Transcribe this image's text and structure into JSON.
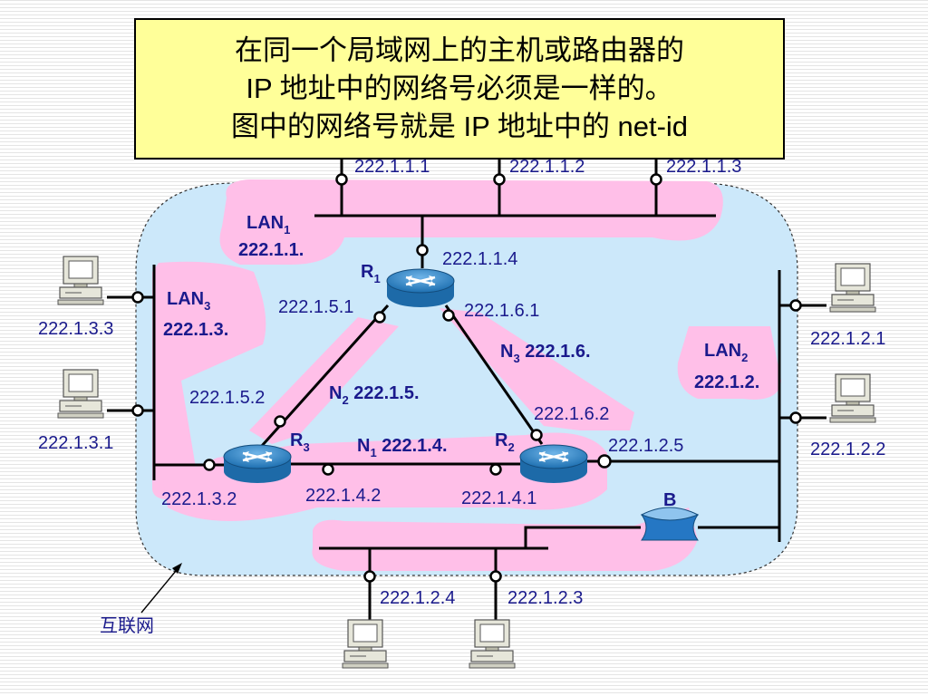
{
  "callout": {
    "line1": "在同一个局域网上的主机或路由器的",
    "line2": "IP 地址中的网络号必须是一样的。",
    "line3": "图中的网络号就是 IP 地址中的 net-id"
  },
  "top_hosts": [
    "222.1.1.1",
    "222.1.1.2",
    "222.1.1.3"
  ],
  "lan1": {
    "name": "LAN",
    "sub": "1",
    "net": "222.1.1."
  },
  "lan2": {
    "name": "LAN",
    "sub": "2",
    "net": "222.1.2."
  },
  "lan3": {
    "name": "LAN",
    "sub": "3",
    "net": "222.1.3."
  },
  "routers": {
    "r1": {
      "name": "R",
      "sub": "1"
    },
    "r2": {
      "name": "R",
      "sub": "2"
    },
    "r3": {
      "name": "R",
      "sub": "3"
    }
  },
  "links": {
    "n1": {
      "name": "N",
      "sub": "1",
      "net": " 222.1.4."
    },
    "n2": {
      "name": "N",
      "sub": "2",
      "net": " 222.1.5."
    },
    "n3": {
      "name": "N",
      "sub": "3",
      "net": " 222.1.6."
    }
  },
  "addresses": {
    "r1_lan1": "222.1.1.4",
    "r1_n2": "222.1.5.1",
    "r1_n3": "222.1.6.1",
    "r3_n2": "222.1.5.2",
    "r2_n3": "222.1.6.2",
    "r3_lan3": "222.1.3.2",
    "r3_n1": "222.1.4.2",
    "r2_n1": "222.1.4.1",
    "r2_lan2": "222.1.2.5"
  },
  "lan3_hosts": [
    "222.1.3.3",
    "222.1.3.1"
  ],
  "lan2_hosts": [
    "222.1.2.1",
    "222.1.2.2"
  ],
  "bottom_hosts": [
    "222.1.2.4",
    "222.1.2.3"
  ],
  "bridge_label": "B",
  "internet_label": "互联网"
}
